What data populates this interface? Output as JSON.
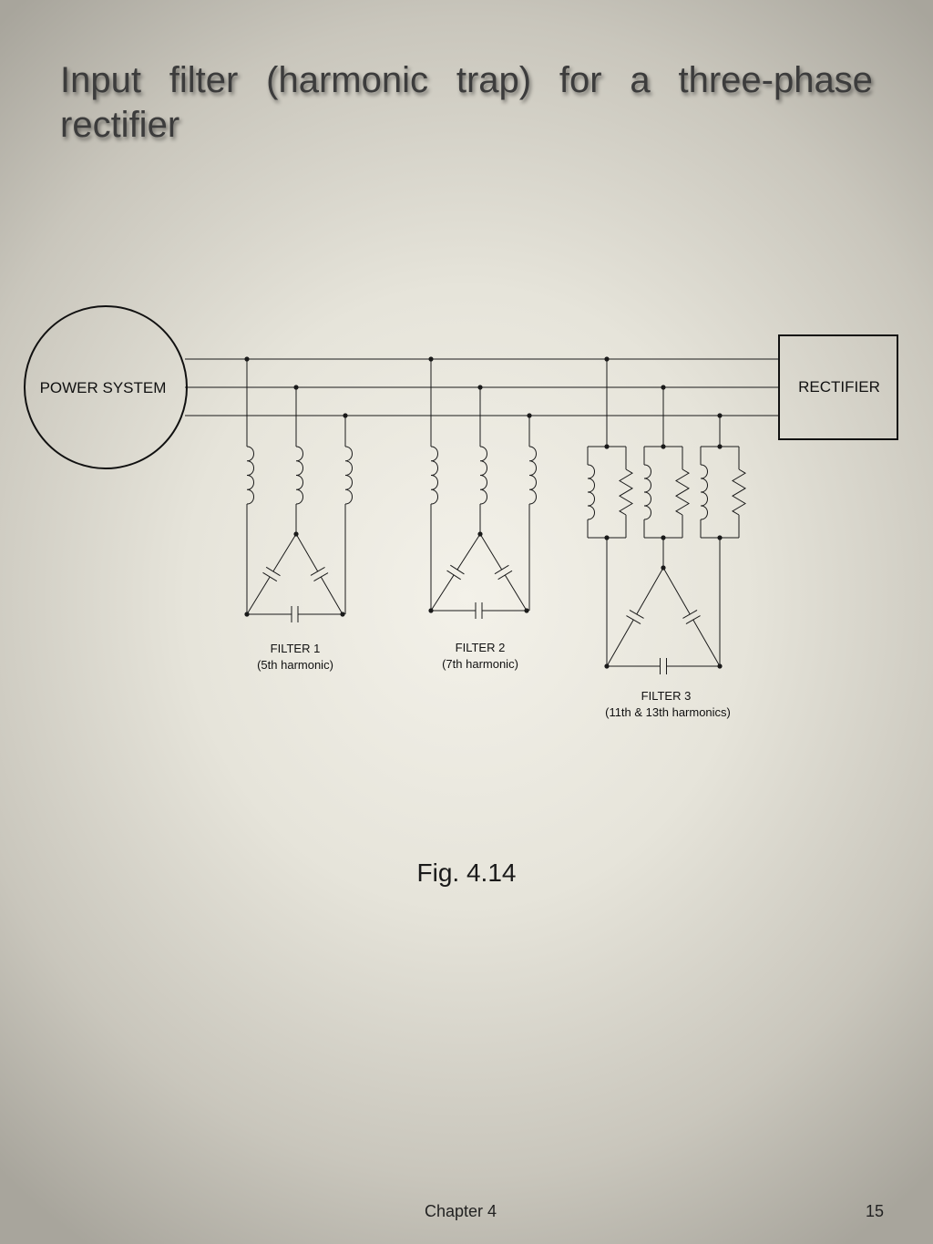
{
  "slide": {
    "title_words": [
      "Input",
      "filter",
      "(harmonic",
      "trap)",
      "for",
      "a",
      "three-phase"
    ],
    "title_line2": "rectifier",
    "figure_caption": "Fig. 4.14",
    "footer_chapter": "Chapter 4",
    "page_number": "15"
  },
  "diagram": {
    "source_label": "POWER SYSTEM",
    "load_label": "RECTIFIER",
    "filters": [
      {
        "name": "FILTER 1",
        "description": "(5th harmonic)"
      },
      {
        "name": "FILTER 2",
        "description": "(7th harmonic)"
      },
      {
        "name": "FILTER 3",
        "description": "(11th & 13th harmonics)"
      }
    ]
  }
}
